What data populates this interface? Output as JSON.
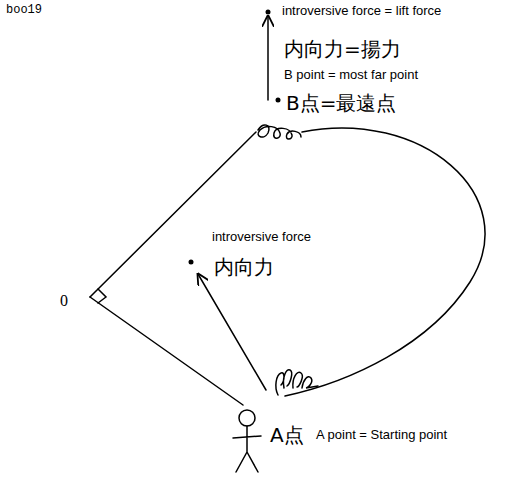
{
  "diagram": {
    "labels": [
      "boo19",
      "introversive force = lift force",
      "内向力=揚力",
      "B point = most far point",
      "B点=最遠点",
      "introversive force",
      "内向力",
      "0",
      "A点",
      "A point = Starting point"
    ]
  }
}
